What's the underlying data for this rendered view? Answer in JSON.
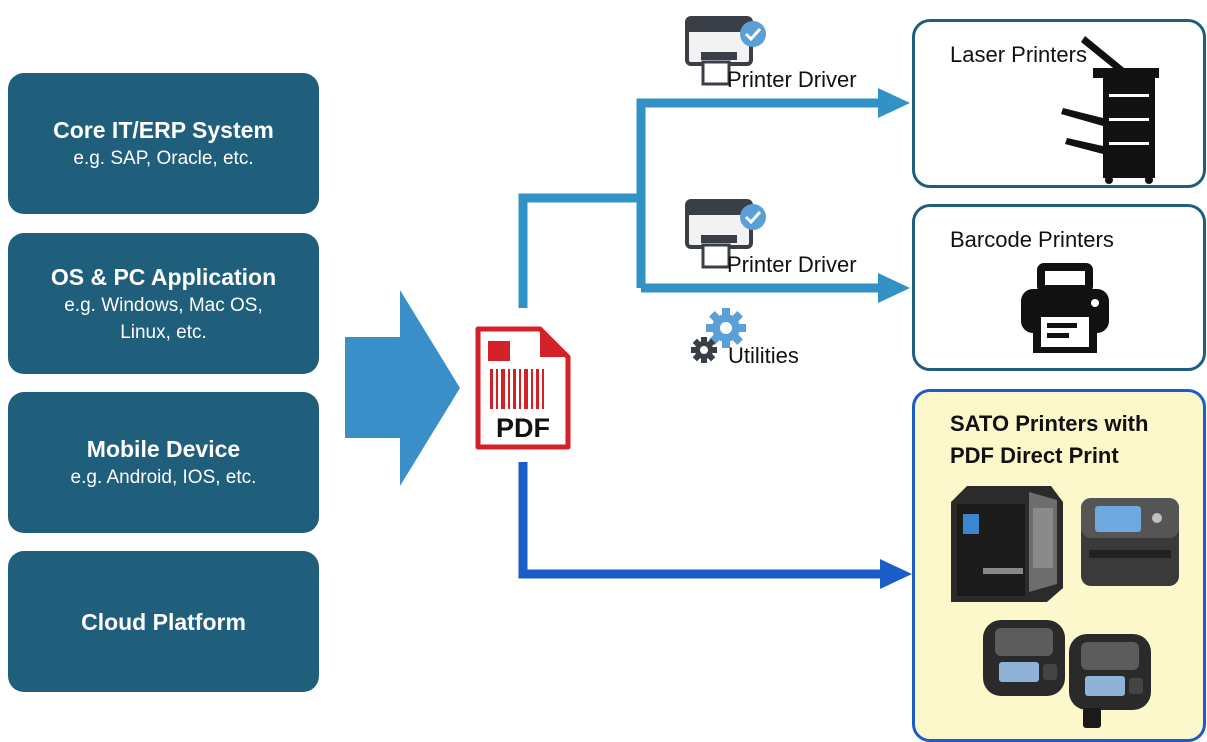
{
  "sources": [
    {
      "title": "Core IT/ERP System",
      "subtitle": [
        "e.g. SAP, Oracle, etc."
      ]
    },
    {
      "title": "OS & PC Application",
      "subtitle": [
        "e.g. Windows, Mac OS,",
        "Linux, etc."
      ]
    },
    {
      "title": "Mobile Device",
      "subtitle": [
        "e.g. Android, IOS, etc."
      ]
    },
    {
      "title": "Cloud Platform",
      "subtitle": []
    }
  ],
  "center": {
    "pdf_label": "PDF"
  },
  "paths": {
    "driver_top_label": "Printer Driver",
    "driver_mid_label": "Printer Driver",
    "utilities_label": "Utilities"
  },
  "destinations": {
    "laser": {
      "title": "Laser Printers"
    },
    "barcode": {
      "title": "Barcode Printers"
    },
    "sato": {
      "title_line1": "SATO Printers with",
      "title_line2": "PDF Direct Print"
    }
  },
  "colors": {
    "source_fill": "#1f5f7c",
    "big_arrow": "#3a8fc9",
    "driver_path": "#3392c5",
    "direct_path": "#1a5dc8",
    "pdf_red": "#d42027",
    "sato_fill": "#fcf8cc"
  }
}
